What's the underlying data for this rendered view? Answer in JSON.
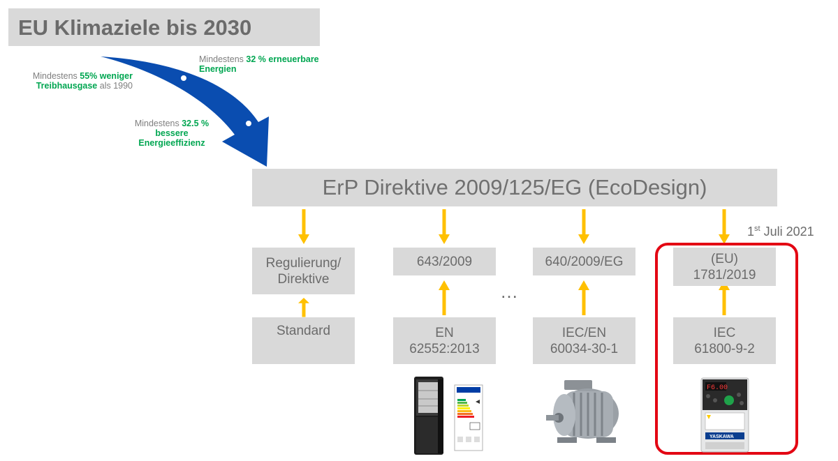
{
  "title": "EU Klimaziele bis 2030",
  "goals": [
    {
      "prefix": "Mindestens ",
      "highlight": "55% weniger",
      "line2_highlight": "Treibhausgase",
      "suffix": " als 1990"
    },
    {
      "prefix": "Mindestens ",
      "highlight": "32 % erneuerbare",
      "line2_highlight": "Energien"
    },
    {
      "prefix": "Mindestens ",
      "highlight": "32.5 %",
      "line2_highlight": "bessere",
      "line3_highlight": "Energieeffizienz"
    }
  ],
  "directive": "ErP Direktive 2009/125/EG (EcoDesign)",
  "columns": [
    {
      "regulation": "Regulierung/\nDirektive",
      "standard": "Standard"
    },
    {
      "regulation": "643/2009",
      "standard": "EN\n62552:2013",
      "image": "fridge-with-energy-label"
    },
    {
      "regulation": "640/2009/EG",
      "standard": "IEC/EN\n60034-30-1",
      "image": "electric-motor"
    },
    {
      "regulation": "(EU)\n1781/2019",
      "standard": "IEC\n61800-9-2",
      "image": "yaskawa-drive"
    }
  ],
  "ellipsis": "…",
  "date_label": {
    "day": "1",
    "suffix": "st",
    "rest": " Juli 2021"
  },
  "drive_brand": "YASKAWA",
  "drive_display": "F6.00",
  "colors": {
    "arrow_blue": "#0a4db0",
    "arrow_yellow": "#ffc000",
    "green": "#00a651",
    "red": "#e30613",
    "box_gray": "#d9d9d9"
  }
}
